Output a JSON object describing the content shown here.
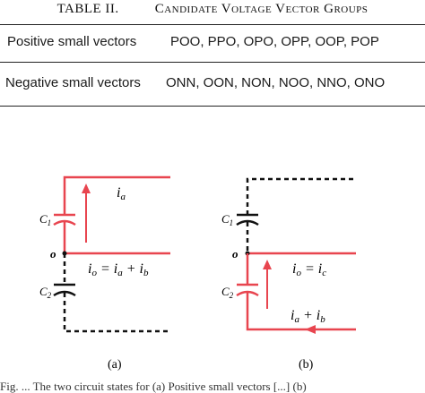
{
  "table": {
    "number": "TABLE II.",
    "title": "Candidate Voltage Vector Groups",
    "rows": [
      {
        "label": "Positive small vectors",
        "vectors": "POO,  PPO, OPO, OPP, OOP, POP"
      },
      {
        "label": "Negative small vectors",
        "vectors": "ONN, OON, NON, NOO, NNO, ONO"
      }
    ]
  },
  "figure": {
    "panel_a": {
      "c1": "C",
      "c1_sub": "1",
      "c2": "C",
      "c2_sub": "2",
      "node": "o",
      "current_top": "i",
      "current_top_sub": "a",
      "eq_lhs": "i",
      "eq_lhs_sub": "o",
      "eq_mid": " = i",
      "eq_mid_sub": "a",
      "eq_plus": " + i",
      "eq_plus_sub": "b",
      "label": "(a)"
    },
    "panel_b": {
      "c1": "C",
      "c1_sub": "1",
      "c2": "C",
      "c2_sub": "2",
      "node": "o",
      "eq_lhs": "i",
      "eq_lhs_sub": "o",
      "eq_mid": " = i",
      "eq_mid_sub": "c",
      "sum_a": "i",
      "sum_a_sub": "a",
      "sum_plus": " + i",
      "sum_plus_sub": "b",
      "label": "(b)"
    },
    "colors": {
      "current_path": "#e8454f",
      "inactive": "#111111"
    }
  },
  "caption_fragment": "Fig. ...  The two circuit states for (a) Positive small vectors [...] (b)"
}
